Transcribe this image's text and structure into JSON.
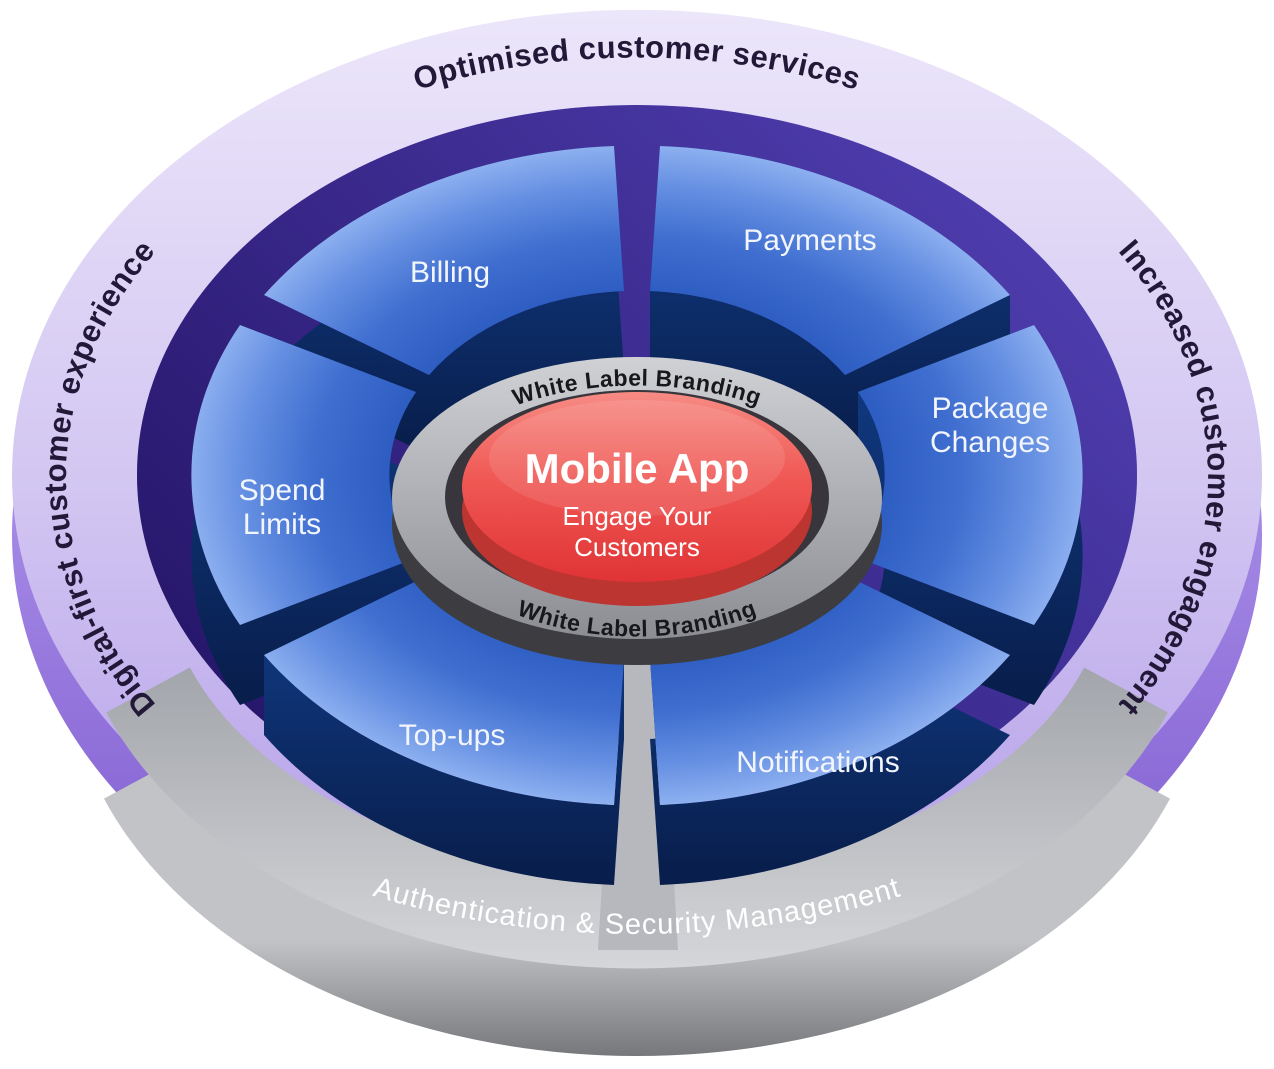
{
  "outer_ring": {
    "label_top": "Optimised customer services",
    "label_left": "Digital-first customer experience",
    "label_right": "Increased customer engagement"
  },
  "base_band": {
    "label": "Authentication & Security Management"
  },
  "branding_ring": {
    "label_top": "White Label Branding",
    "label_bottom": "White Label Branding"
  },
  "segments": {
    "billing": {
      "label": "Billing"
    },
    "payments": {
      "label": "Payments"
    },
    "package_changes": {
      "line1": "Package",
      "line2": "Changes"
    },
    "spend_limits": {
      "line1": "Spend",
      "line2": "Limits"
    },
    "top_ups": {
      "label": "Top-ups"
    },
    "notifications": {
      "label": "Notifications"
    }
  },
  "center": {
    "title": "Mobile App",
    "subtitle_line1": "Engage Your",
    "subtitle_line2": "Customers"
  },
  "colors": {
    "outer_ring": "#cfc0f0",
    "outer_ring_side": "#9274db",
    "interior": "#31208a",
    "segment_top": "#6f96e6",
    "segment_side": "#0c2f6e",
    "branding_ring": "#a9abb0",
    "branding_ring_rim": "#38363c",
    "center_disc": "#f05351",
    "base_band": "#b9bbc0",
    "label_dark": "#221838",
    "label_light": "#ffffff"
  }
}
